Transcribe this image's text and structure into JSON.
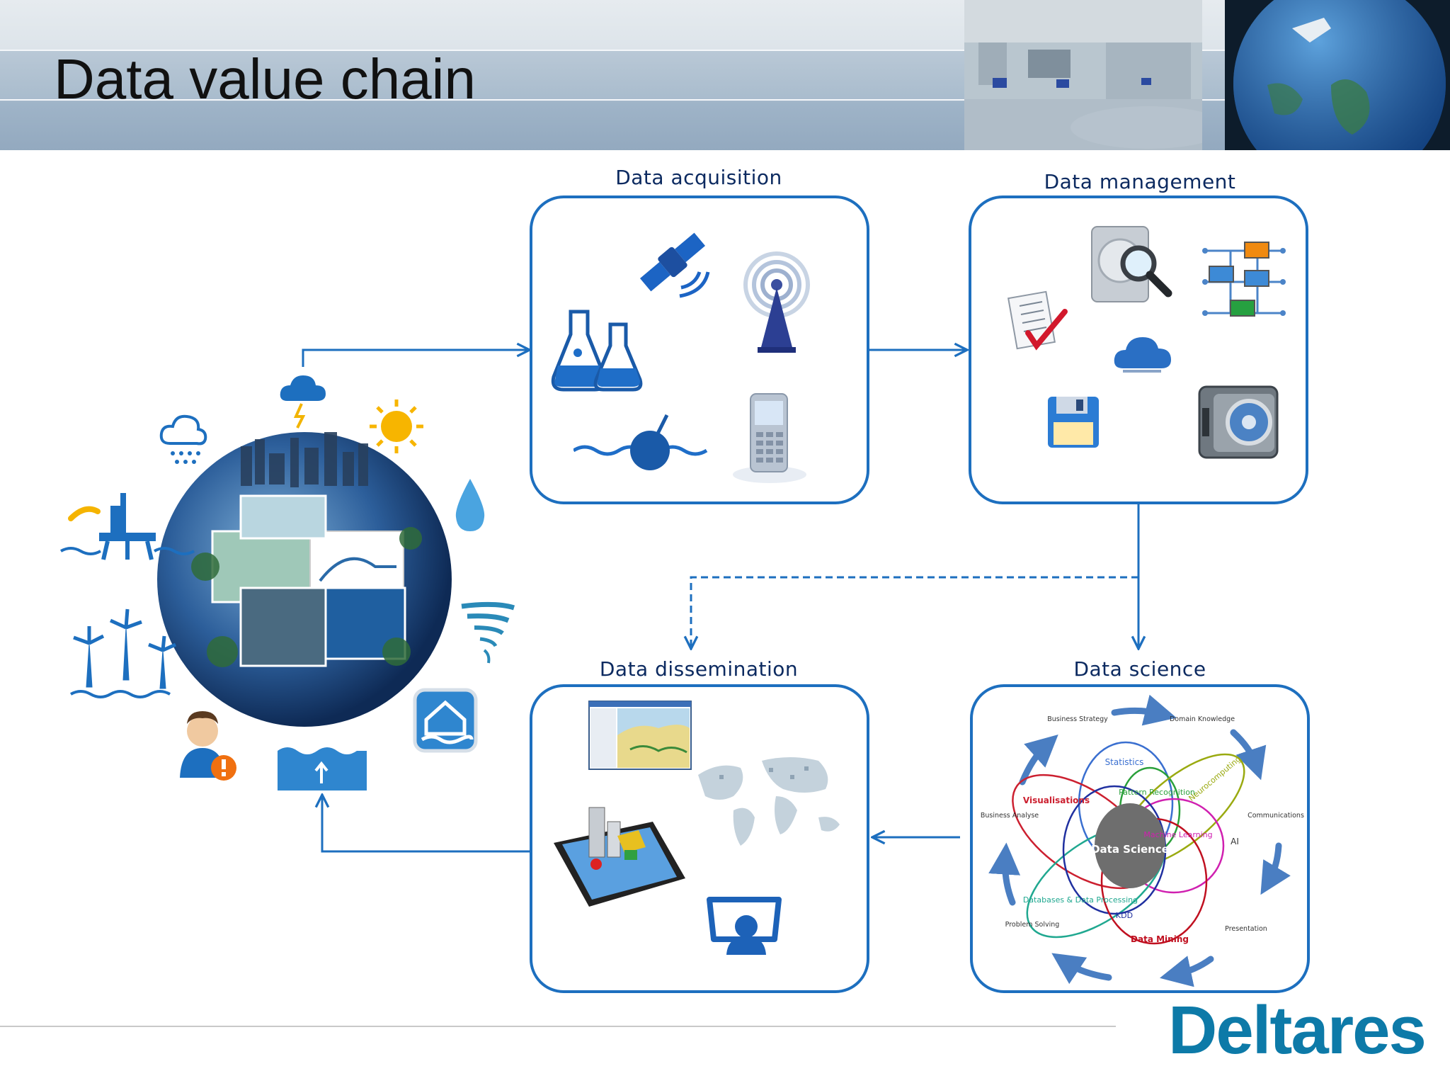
{
  "slide": {
    "title": "Data value chain"
  },
  "stages": {
    "acquisition": "Data acquisition",
    "management": "Data management",
    "dissemination": "Data dissemination",
    "science": "Data science"
  },
  "science_diagram": {
    "center": "Data Science",
    "outer_labels": {
      "business_strategy": "Business Strategy",
      "domain_knowledge": "Domain Knowledge",
      "communications": "Communications",
      "presentation": "Presentation",
      "problem_solving": "Problem Solving",
      "business_analyse": "Business Analyse"
    },
    "inner_labels": {
      "statistics": "Statistics",
      "pattern_recognition": "Pattern Recognition",
      "neurocomputing": "Neurocomputing",
      "visualisations": "Visualisations",
      "machine_learning": "Machine Learning",
      "ai": "AI",
      "databases": "Databases & Data Processing",
      "kdd": "KDD",
      "data_mining": "Data Mining"
    },
    "colors": {
      "statistics": "#3a6fd0",
      "pattern": "#2aa03a",
      "neuro": "#9aaa10",
      "visual": "#cc2030",
      "machine": "#d020b0",
      "databases": "#20a890",
      "kdd": "#2030a0",
      "mining": "#c01020"
    }
  },
  "brand": {
    "logo": "Deltares",
    "color": "#0d7aa8"
  },
  "icons": {
    "acquisition": [
      "satellite-icon",
      "radio-tower-icon",
      "lab-flasks-icon",
      "water-sensor-icon",
      "mobile-phone-icon"
    ],
    "management": [
      "hard-disk-search-icon",
      "network-icon",
      "checklist-icon",
      "cloud-icon",
      "floppy-disk-icon",
      "safe-icon"
    ],
    "dissemination": [
      "gis-screenshot-icon",
      "world-map-icon",
      "tablet-3d-icon",
      "presentation-screen-icon"
    ],
    "earth": [
      "storm-cloud-icon",
      "sun-icon",
      "snow-cloud-icon",
      "water-drop-icon",
      "oil-platform-icon",
      "tornado-icon",
      "wind-turbines-icon",
      "flood-house-icon",
      "user-alert-icon",
      "sea-level-icon"
    ]
  }
}
